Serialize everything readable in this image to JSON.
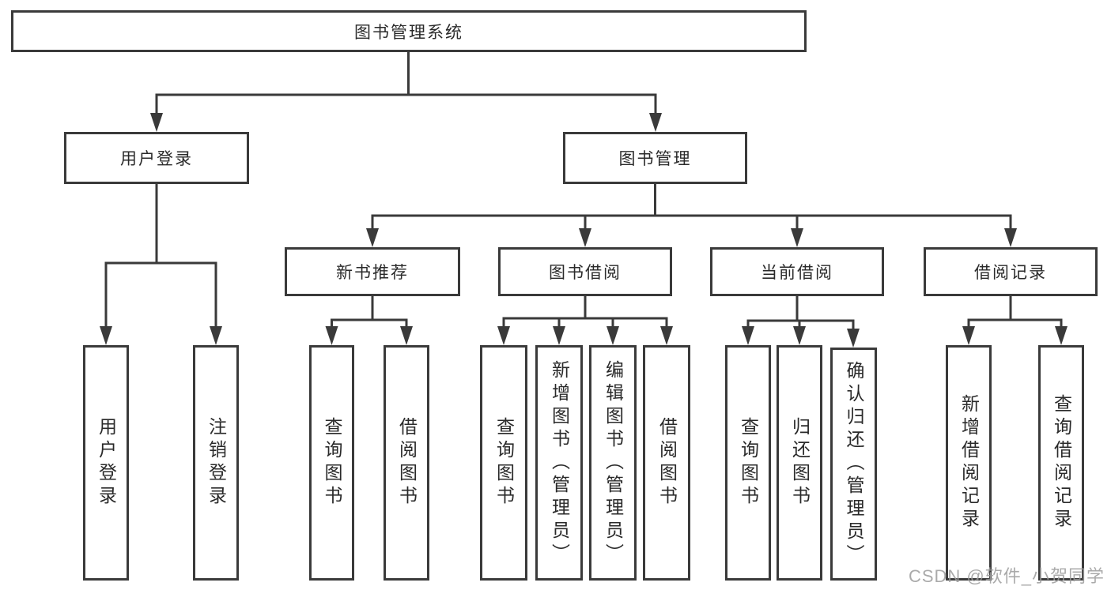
{
  "diagram_title": "图书管理系统",
  "nodes": {
    "root": "图书管理系统",
    "user_login": "用户登录",
    "book_mgmt": "图书管理",
    "new_book_rec": "新书推荐",
    "book_borrow": "图书借阅",
    "current_borrow": "当前借阅",
    "borrow_records": "借阅记录",
    "leaf_user_login": "用户登录",
    "leaf_logout": "注销登录",
    "leaf_nbr_query_books": "查询图书",
    "leaf_nbr_borrow_books": "借阅图书",
    "leaf_bb_query_books": "查询图书",
    "leaf_bb_add_books_admin": "新增图书（管理员）",
    "leaf_bb_edit_books_admin": "编辑图书（管理员）",
    "leaf_bb_borrow_books": "借阅图书",
    "leaf_cb_query_books": "查询图书",
    "leaf_cb_return_books": "归还图书",
    "leaf_cb_confirm_return_admin": "确认归还（管理员）",
    "leaf_br_add_record": "新增借阅记录",
    "leaf_br_query_record": "查询借阅记录"
  },
  "hierarchy": {
    "图书管理系统": {
      "用户登录": [
        "用户登录",
        "注销登录"
      ],
      "图书管理": {
        "新书推荐": [
          "查询图书",
          "借阅图书"
        ],
        "图书借阅": [
          "查询图书",
          "新增图书（管理员）",
          "编辑图书（管理员）",
          "借阅图书"
        ],
        "当前借阅": [
          "查询图书",
          "归还图书",
          "确认归还（管理员）"
        ],
        "借阅记录": [
          "新增借阅记录",
          "查询借阅记录"
        ]
      }
    }
  },
  "watermark": "CSDN @软件_小贺同学",
  "colors": {
    "line": "#3a3a3a",
    "box_border": "#3a3a3a",
    "text": "#2a2a2a",
    "background": "#ffffff",
    "watermark": "#9c9c9c"
  }
}
